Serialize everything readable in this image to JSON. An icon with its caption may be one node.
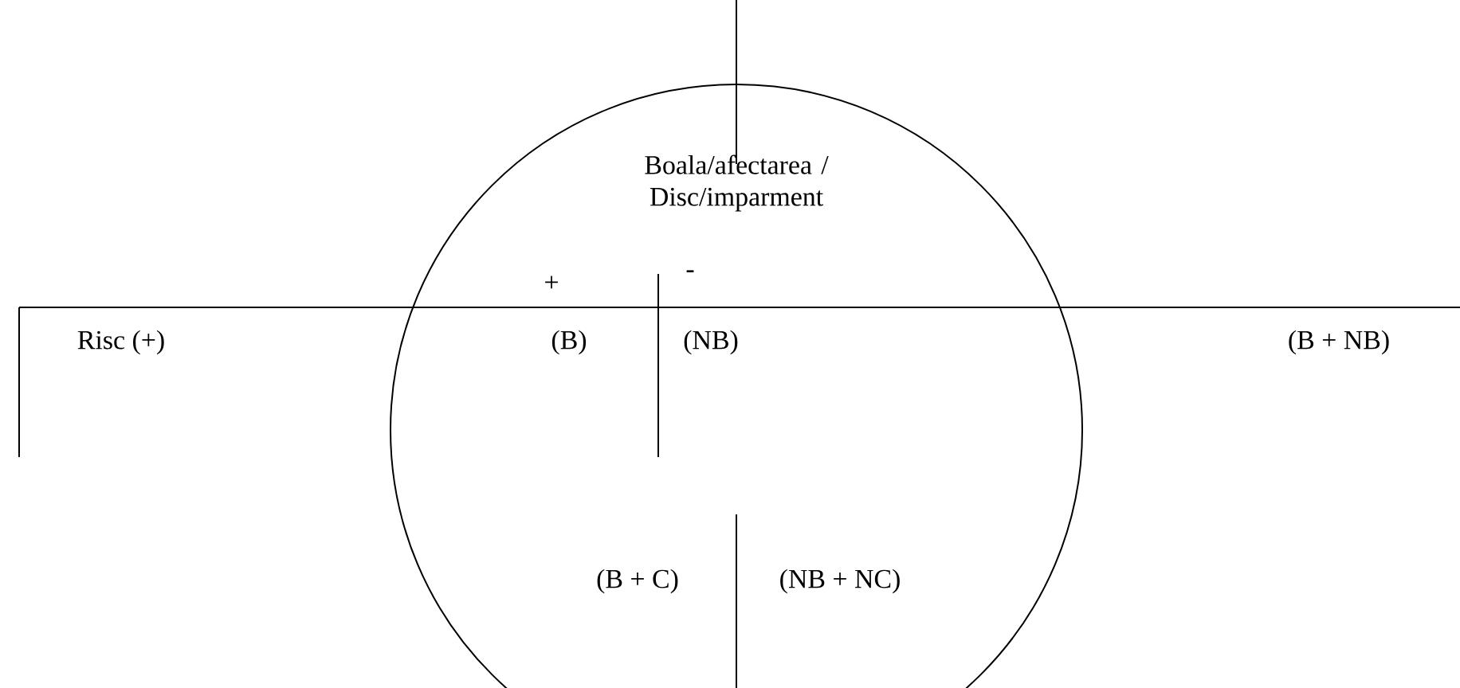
{
  "diagram": {
    "nodes": [
      {
        "text": [
          "Boala/afectarea / Disc/imparment",
          "+",
          "-",
          "(B)",
          "(NB)",
          "(B + C)",
          "(NB + NC)"
        ]
      }
    ],
    "labels": [
      "Risc (+)",
      "(B + NB)"
    ]
  }
}
